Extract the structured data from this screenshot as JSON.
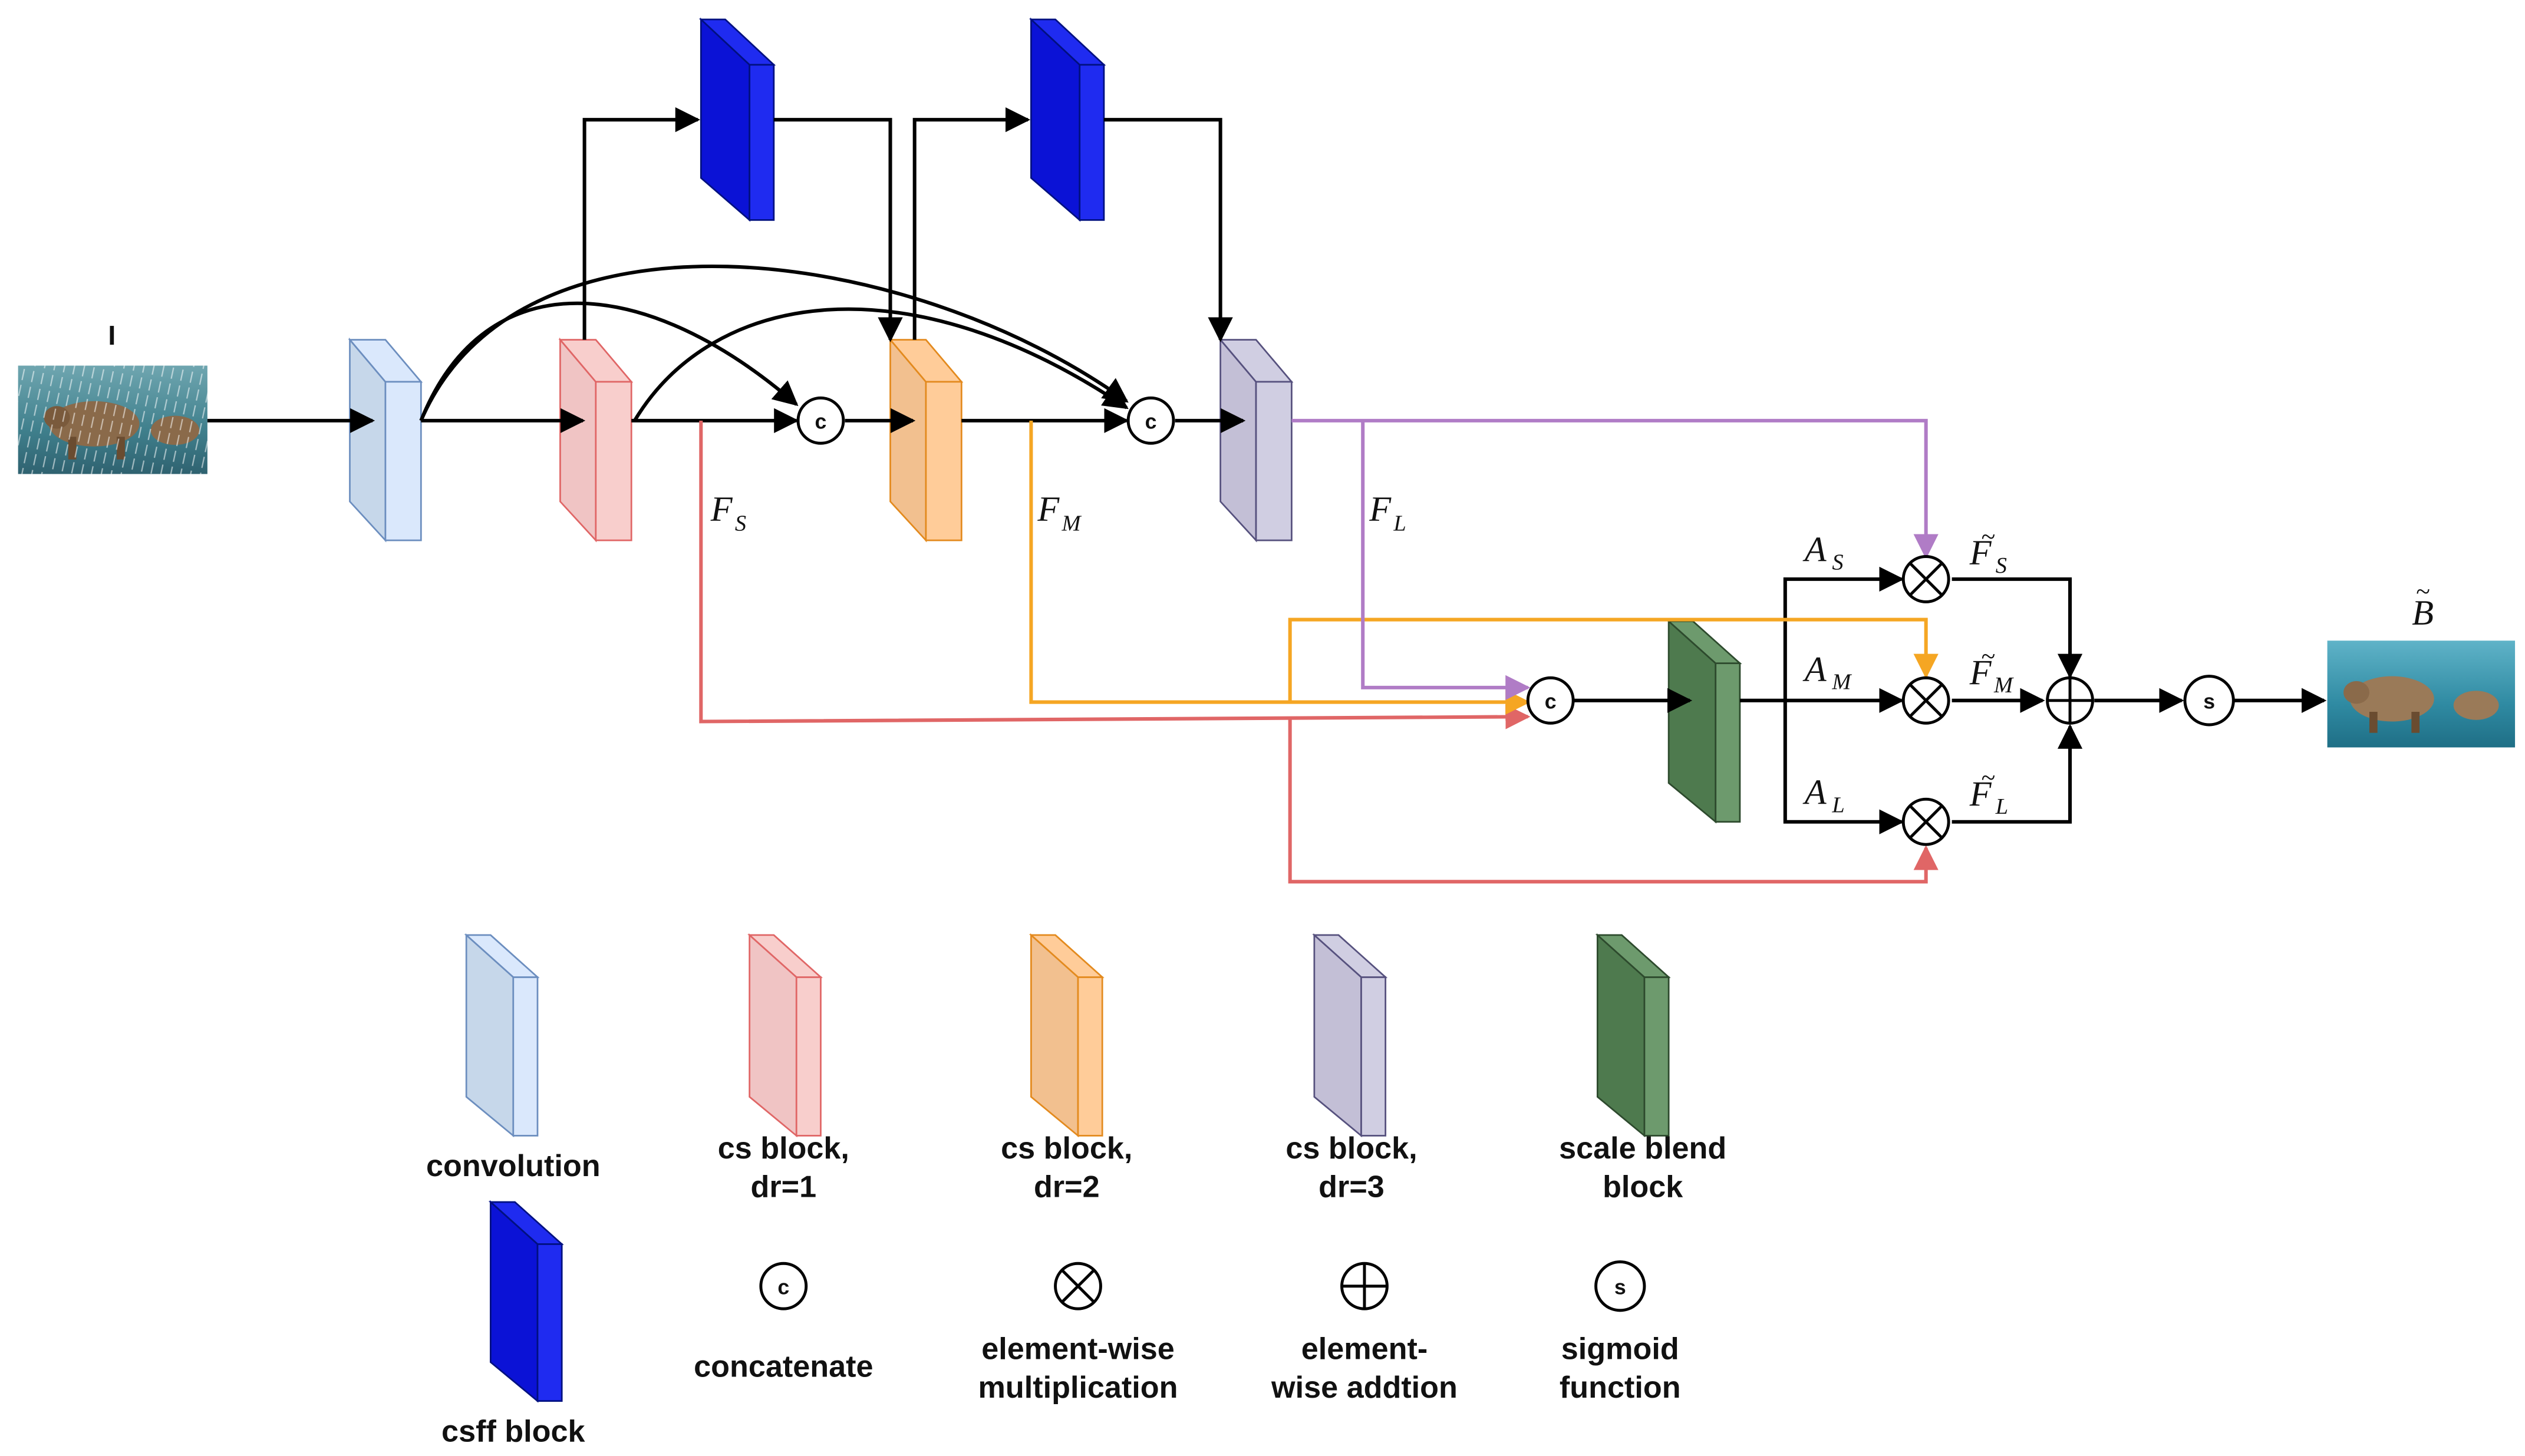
{
  "colors": {
    "black": "#000000",
    "red": "#e06666",
    "orange": "#f5a623",
    "purple": "#b07cc6",
    "conv_front": "#c6d7ea",
    "conv_side": "#dae8fc",
    "conv_edge": "#6c8ebf",
    "cs1_front": "#f0c4c4",
    "cs1_side": "#f8cecc",
    "cs1_edge": "#e06666",
    "cs2_front": "#f2c08f",
    "cs2_side": "#ffcc99",
    "cs2_edge": "#e38a1e",
    "cs3_front": "#c3bfd6",
    "cs3_side": "#d0cee2",
    "cs3_edge": "#56517e",
    "blend_front": "#4e7a4e",
    "blend_side": "#6d9a6d",
    "blend_edge": "#2d4a2d",
    "csff_front": "#0b12d6",
    "csff_side": "#1f2bf0",
    "csff_edge": "#001080"
  },
  "labels": {
    "input": "I",
    "output": "B",
    "output_accent": "~",
    "fs": "F",
    "fs_sub": "S",
    "fm": "F",
    "fm_sub": "M",
    "fl": "F",
    "fl_sub": "L",
    "as": "A",
    "as_sub": "S",
    "am": "A",
    "am_sub": "M",
    "al": "A",
    "al_sub": "L",
    "fts": "F",
    "fts_sub": "S",
    "ftm": "F",
    "ftm_sub": "M",
    "ftl": "F",
    "ftl_sub": "L",
    "tilde": "~",
    "concat_symbol": "c",
    "sigmoid_symbol": "s"
  },
  "legend": {
    "convolution": "convolution",
    "cs1_line1": "cs block,",
    "cs1_line2": "dr=1",
    "cs2_line1": "cs block,",
    "cs2_line2": "dr=2",
    "cs3_line1": "cs block,",
    "cs3_line2": "dr=3",
    "blend_line1": "scale blend",
    "blend_line2": "block",
    "csff": "csff block",
    "concat": "concatenate",
    "mult_line1": "element-wise",
    "mult_line2": "multiplication",
    "add_line1": "element-",
    "add_line2": "wise addtion",
    "sig_line1": "sigmoid",
    "sig_line2": "function"
  }
}
